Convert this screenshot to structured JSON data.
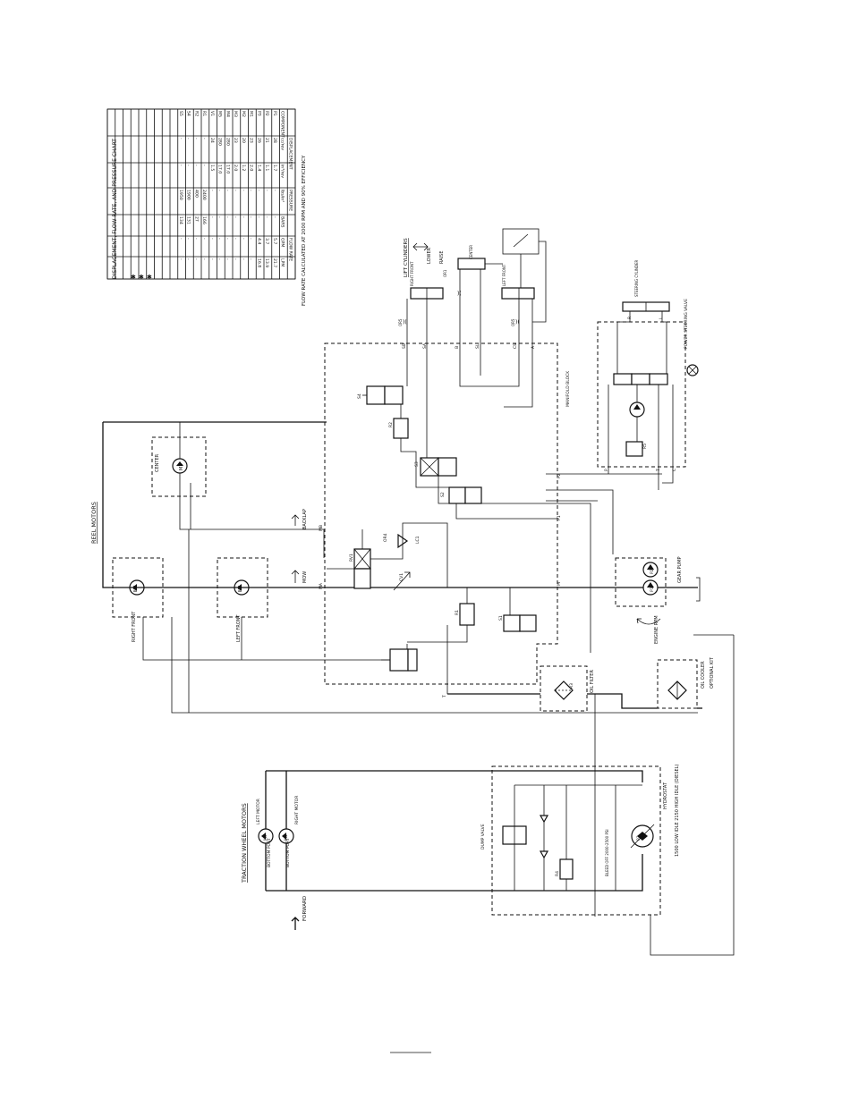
{
  "chart_table": {
    "title": "DISPLACEMENT, FLOW RATE, AND PRESSURE CHART",
    "group_headers": [
      "DISPLACEMENT",
      "PRESSURE",
      "FLOW RATE"
    ],
    "columns": [
      "COMPONENT",
      "cc/rev",
      "in³/rev",
      "lbs/in²",
      "BARS",
      "GPM",
      "LPM"
    ],
    "rows": [
      [
        "P1",
        "28",
        "1.7",
        "-",
        "-",
        "5.7",
        "21.7"
      ],
      [
        "P2",
        "21",
        "1.1",
        "-",
        "-",
        "3.7",
        "13.9"
      ],
      [
        "P3",
        "26",
        "1.4",
        "-",
        "-",
        "4.4",
        "16.8"
      ],
      [
        "M1",
        "23",
        "2.0",
        "-",
        "-",
        "-",
        "-"
      ],
      [
        "M2",
        "20",
        "1.2",
        "-",
        "-",
        "-",
        "-"
      ],
      [
        "M3",
        "23",
        "2.0",
        "-",
        "-",
        "-",
        "-"
      ],
      [
        "M4",
        "280",
        "17.0",
        "-",
        "-",
        "-",
        "-"
      ],
      [
        "M5",
        "280",
        "17.0",
        "-",
        "-",
        "-",
        "-"
      ],
      [
        "V1",
        "24",
        "1.5",
        "-",
        "-",
        "-",
        "-"
      ],
      [
        "R1",
        "-",
        "-",
        "2400",
        "166",
        "-",
        "-"
      ],
      [
        "R2",
        "-",
        "-",
        "400",
        "27",
        "-",
        "-"
      ],
      [
        "S4",
        "-",
        "-",
        "1900",
        "131",
        "-",
        "-"
      ],
      [
        "S5",
        "-",
        "-",
        "1950",
        "134",
        "-",
        "-"
      ]
    ],
    "note": "FLOW RATE CALCULATED AT 2000 RPM AND 90% EFFICIENCY"
  },
  "labels": {
    "reel_motors": "REEL MOTORS",
    "traction_wheel_motors": "TRACTION WHEEL MOTORS",
    "lift_cylinders": "LIFT CYLINDERS",
    "manifold_block": "MANIFOLD BLOCK",
    "power_steering_valve": "POWER STEERING VALVE",
    "steering_cylinder": "STEERING CYLINDER",
    "gear_pump": "GEAR PUMP",
    "engine_rpm": "ENGINE RPM",
    "oil_filter": "OIL FILTER",
    "oil_cooler": "OIL COOLER",
    "optional_kit": "OPTIONAL KIT",
    "hydrostat": "HYDROSTAT",
    "dump_valve": "DUMP VALVE",
    "bleed_valve": "BLEED OFF 2000-2500 PSI",
    "rpm_range": "1500 LOW IDLE 2150 HIGH IDLE (DIESEL)",
    "forward": "FORWARD",
    "backlap": "BACKLAP",
    "mow": "MOW",
    "lower": "LOWER",
    "raise": "RAISE",
    "center": "CENTER",
    "right_front": "RIGHT FRONT",
    "left_front": "LEFT FRONT",
    "left_motor": "LEFT MOTOR",
    "right_motor": "RIGHT MOTOR",
    "bottom_port": "BOTTOM PORT",
    "m1": "M1",
    "m2": "M2",
    "m3": "M3",
    "m4": "M4",
    "m5": "M5",
    "p1": "P1",
    "p2": "P2",
    "p3": "P3",
    "r1": "R1",
    "r2": "R2",
    "r3": "R3",
    "r4": "R4",
    "r5": "R5",
    "s1": "S1",
    "s2": "S2",
    "s3": "S3",
    "s4": "S4",
    "rv1": "RV1",
    "lc1": "LC1",
    "cv1": "CV1",
    "or1": "OR1",
    "or2": "OR2",
    "or3": "OR3",
    "or4": "OR4",
    "or5": "OR5",
    "port_l": "L",
    "port_r": "R",
    "port_p": "P",
    "port_t": "T",
    "port_c": "C",
    "port_a": "A",
    "port_b": "B",
    "port_sl": "SL",
    "port_cs": "CS",
    "port_sa": "SA",
    "port_sb": "SB",
    "port_p1": "P1",
    "port_p2": "P2",
    "port_mb": "MB",
    "port_ma": "MA",
    "port_m": "M",
    "page_number": ""
  },
  "colors": {
    "line": "#111111",
    "background": "#ffffff"
  }
}
